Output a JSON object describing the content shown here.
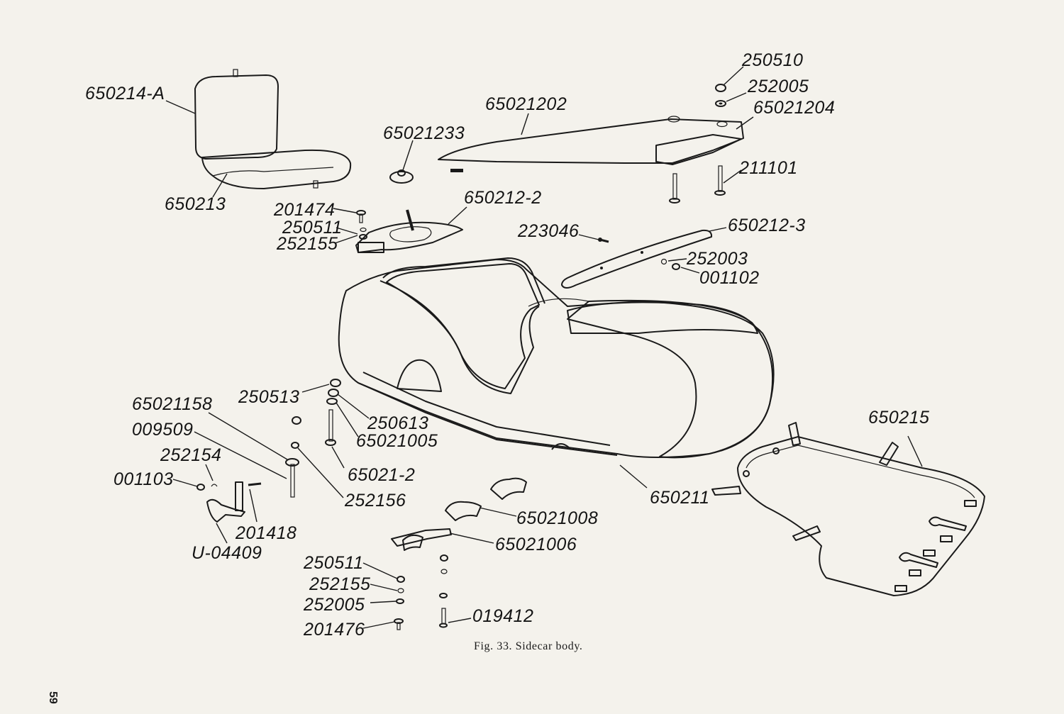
{
  "figure": {
    "caption": "Fig. 33. Sidecar body.",
    "page_number": "59"
  },
  "parts": {
    "seat": "650214-A",
    "seat_cushion": "650213",
    "floor_board": "65021202",
    "nut_top": "250510",
    "washer_top": "252005",
    "board_bracket": "65021204",
    "bolt_211101": "211101",
    "rubber_cap": "65021233",
    "bracket_plate": "650212-2",
    "bolt_201474": "201474",
    "nut_250511_top": "250511",
    "washer_252155_top": "252155",
    "screw_223046": "223046",
    "rail_650212_3": "650212-3",
    "washer_252003": "252003",
    "nut_001102": "001102",
    "sidecar_shell": "650211",
    "nut_250513": "250513",
    "washer_250613": "250613",
    "stud_65021005": "65021005",
    "stud_65021_2": "65021-2",
    "bolt_65021158": "65021158",
    "washer_009509": "009509",
    "spring_ring_252154": "252154",
    "nut_001103": "001103",
    "bolt_201418": "201418",
    "clamp_u04409": "U-04409",
    "washer_252156": "252156",
    "cover_650215": "650215",
    "clamp_half_65021008": "65021008",
    "bracket_65021006": "65021006",
    "nut_250511_low": "250511",
    "washer_252155_low": "252155",
    "washer_252005_low": "252005",
    "bolt_201476": "201476",
    "bolt_019412": "019412"
  }
}
